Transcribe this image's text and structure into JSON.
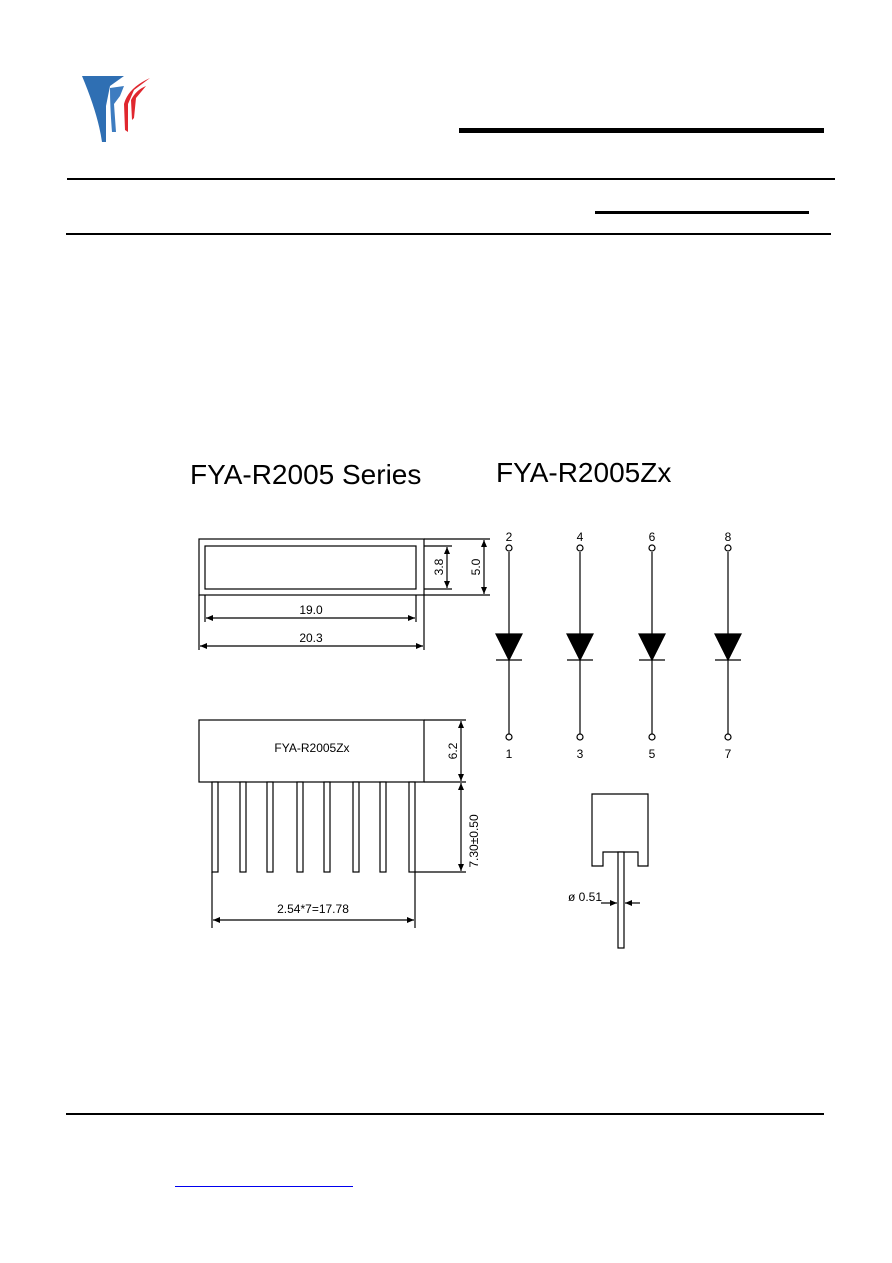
{
  "brand": {
    "logo_name": "company-logo",
    "colors": {
      "blue": "#2f6fb3",
      "red": "#e0272e",
      "line": "#000000"
    }
  },
  "titles": {
    "series": "FYA-R2005 Series",
    "schematic": "FYA-R2005Zx"
  },
  "package": {
    "marking": "FYA-R2005Zx",
    "dimensions": {
      "inner_length": "19.0",
      "outer_length": "20.3",
      "inner_height": "3.8",
      "outer_height": "5.0",
      "body_height": "6.2",
      "lead_length": "7.30±0.50",
      "pitch": "2.54*7=17.78",
      "lead_diameter": "ø 0.51"
    }
  },
  "schematic": {
    "pins_top": [
      "2",
      "4",
      "6",
      "8"
    ],
    "pins_bottom": [
      "1",
      "3",
      "5",
      "7"
    ]
  }
}
